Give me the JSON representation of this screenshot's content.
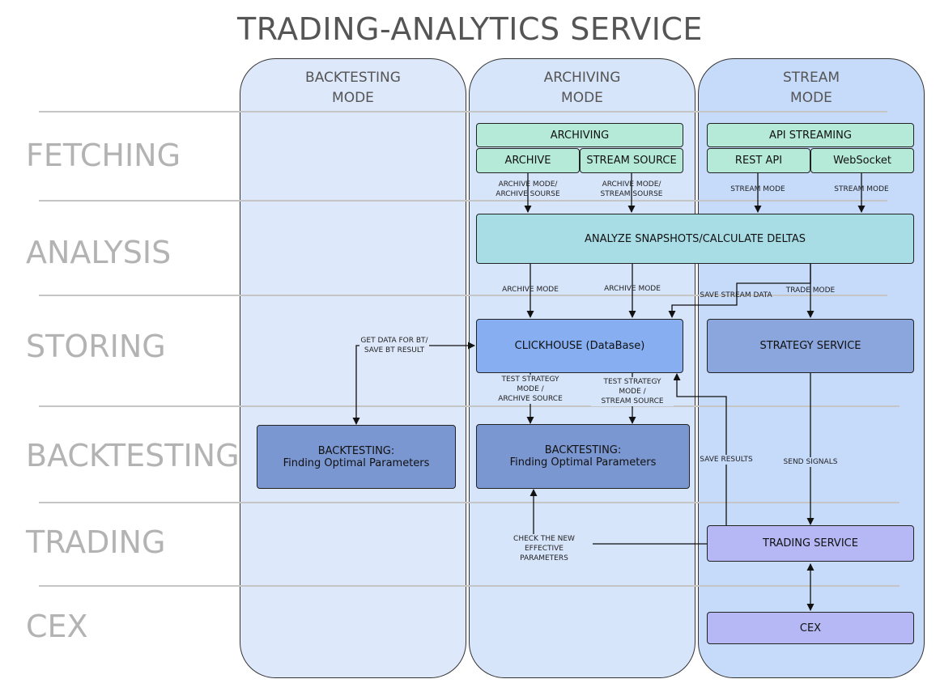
{
  "title": "TRADING-ANALYTICS SERVICE",
  "columns": {
    "backtesting": [
      "BACKTESTING",
      "MODE"
    ],
    "archiving": [
      "ARCHIVING",
      "MODE"
    ],
    "stream": [
      "STREAM",
      "MODE"
    ]
  },
  "rows": {
    "fetching": "FETCHING",
    "analysis": "ANALYSIS",
    "storing": "STORING",
    "backtesting": "BACKTESTING",
    "trading": "TRADING",
    "cex": "CEX"
  },
  "nodes": {
    "archiving": "ARCHIVING",
    "archive": "ARCHIVE",
    "stream_source": "STREAM SOURCE",
    "api_streaming": "API STREAMING",
    "rest_api": "REST API",
    "websocket": "WebSocket",
    "analyze": "ANALYZE SNAPSHOTS/CALCULATE DELTAS",
    "clickhouse": "CLICKHOUSE (DataBase)",
    "strategy": "STRATEGY SERVICE",
    "bt_left": [
      "BACKTESTING:",
      "Finding Optimal Parameters"
    ],
    "bt_mid": [
      "BACKTESTING:",
      "Finding Optimal Parameters"
    ],
    "trading_service": "TRADING SERVICE",
    "cex": "CEX"
  },
  "edge_labels": {
    "archive_mode_source": [
      "ARCHIVE MODE/",
      "ARCHIVE SOURSE"
    ],
    "archive_mode_stream": [
      "ARCHIVE MODE/",
      "STREAM SOURSE"
    ],
    "stream_mode_1": "STREAM MODE",
    "stream_mode_2": "STREAM MODE",
    "archive_mode_1": "ARCHIVE MODE",
    "archive_mode_2": "ARCHIVE MODE",
    "save_stream_data": "SAVE STREAM DATA",
    "trade_mode": "TRADE MODE",
    "get_data_bt": [
      "GET DATA FOR BT/",
      "SAVE BT RESULT"
    ],
    "test_strategy_archive": [
      "TEST STRATEGY",
      "MODE /",
      "ARCHIVE SOURCE"
    ],
    "test_strategy_stream": [
      "TEST STRATEGY",
      "MODE /",
      "STREAM SOURCE"
    ],
    "save_results": "SAVE RESULTS",
    "send_signals": "SEND SIGNALS",
    "check_params": [
      "CHECK THE NEW EFFECTIVE",
      "PARAMETERS"
    ]
  }
}
